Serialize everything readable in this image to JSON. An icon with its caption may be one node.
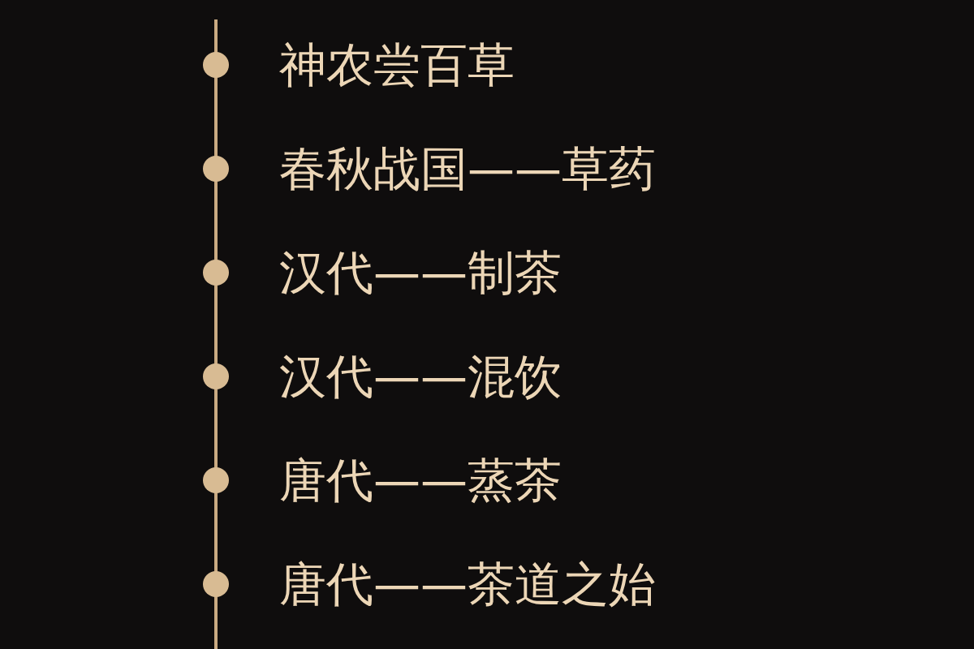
{
  "diagram": {
    "nodes": [
      {
        "text": [
          "神农尝百草"
        ]
      },
      {
        "text": [
          "春秋战国——草药"
        ]
      },
      {
        "text": [
          "汉代——制茶"
        ]
      },
      {
        "text": [
          "汉代——混饮"
        ]
      },
      {
        "text": [
          "唐代——蒸茶"
        ]
      },
      {
        "text": [
          "唐代——茶道之始"
        ]
      }
    ]
  }
}
